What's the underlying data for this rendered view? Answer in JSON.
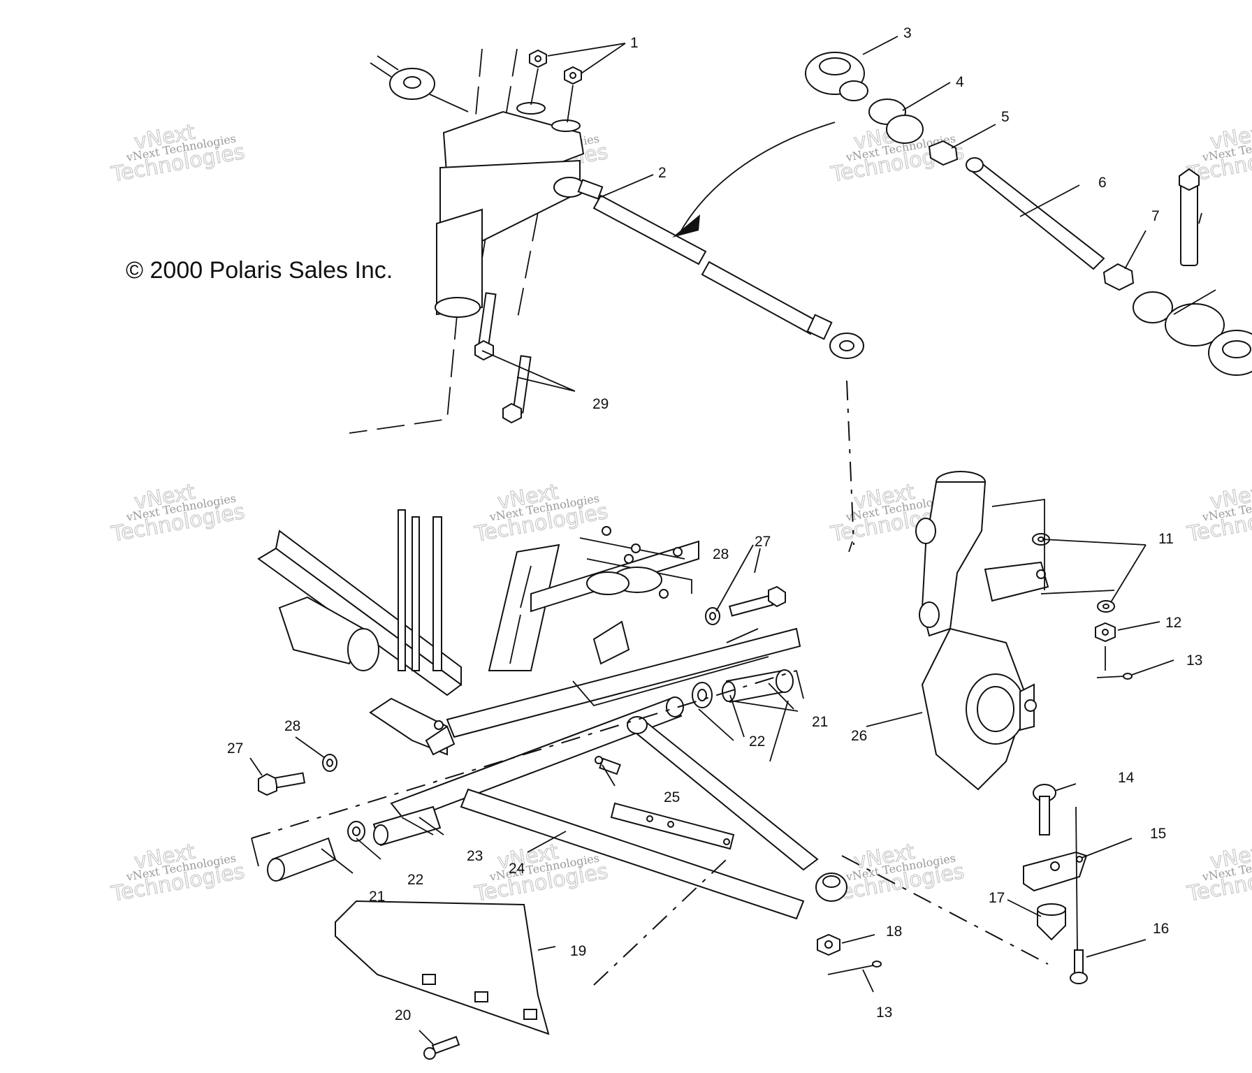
{
  "copyright": "© 2000 Polaris Sales Inc.",
  "watermark": {
    "line1": "vNext Technologies",
    "line2": "Technologies",
    "line3": "vNext"
  },
  "callouts": {
    "c1": "1",
    "c2": "2",
    "c3": "3",
    "c4": "4",
    "c5": "5",
    "c6": "6",
    "c7": "7",
    "c11": "11",
    "c12": "12",
    "c13a": "13",
    "c13b": "13",
    "c14": "14",
    "c15": "15",
    "c16": "16",
    "c17": "17",
    "c18": "18",
    "c19": "19",
    "c20": "20",
    "c21a": "21",
    "c21b": "21",
    "c22a": "22",
    "c22b": "22",
    "c23": "23",
    "c24": "24",
    "c25": "25",
    "c26": "26",
    "c27a": "27",
    "c27b": "27",
    "c28a": "28",
    "c28b": "28",
    "c29": "29"
  }
}
